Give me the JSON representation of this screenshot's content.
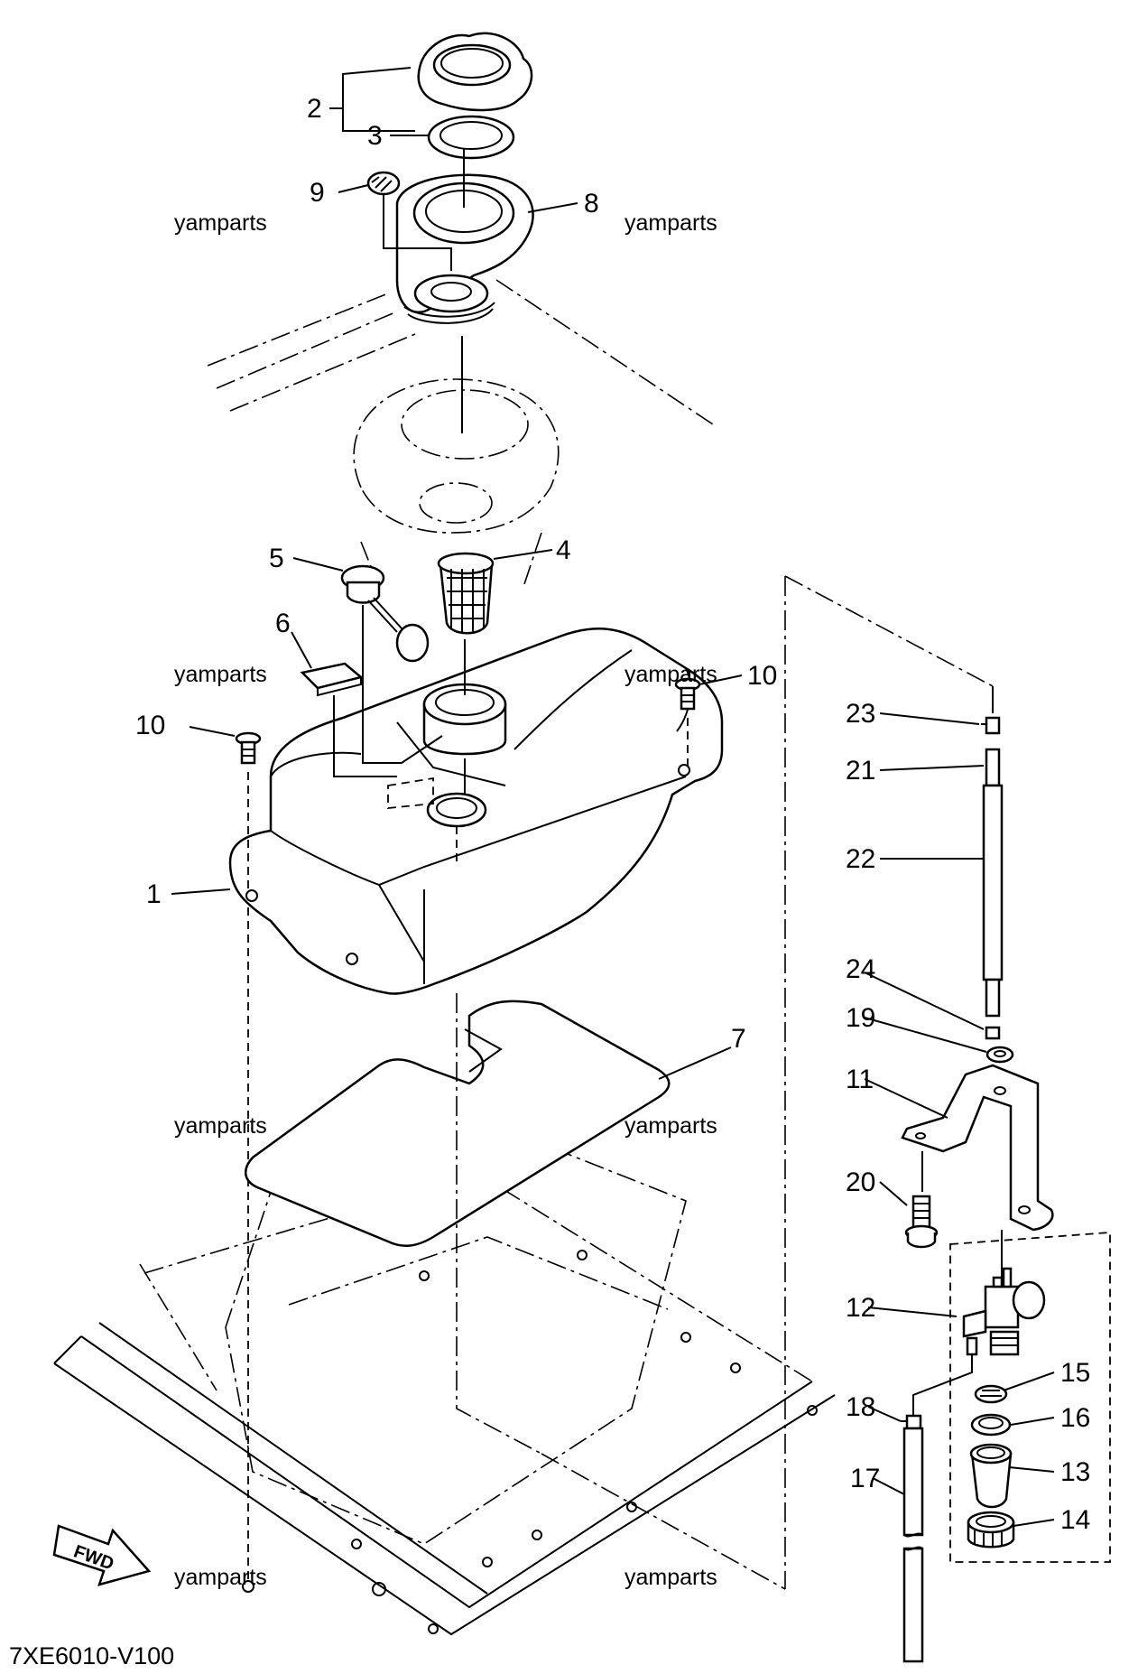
{
  "diagram": {
    "drawing_code": "7XE6010-V100",
    "forward_label": "FWD",
    "watermark": "yamparts",
    "callouts": [
      {
        "id": "c2",
        "label": "2"
      },
      {
        "id": "c3",
        "label": "3"
      },
      {
        "id": "c9",
        "label": "9"
      },
      {
        "id": "c8",
        "label": "8"
      },
      {
        "id": "c5",
        "label": "5"
      },
      {
        "id": "c4",
        "label": "4"
      },
      {
        "id": "c6",
        "label": "6"
      },
      {
        "id": "c10a",
        "label": "10"
      },
      {
        "id": "c10b",
        "label": "10"
      },
      {
        "id": "c1",
        "label": "1"
      },
      {
        "id": "c7",
        "label": "7"
      },
      {
        "id": "c23",
        "label": "23"
      },
      {
        "id": "c21",
        "label": "21"
      },
      {
        "id": "c22",
        "label": "22"
      },
      {
        "id": "c24",
        "label": "24"
      },
      {
        "id": "c19",
        "label": "19"
      },
      {
        "id": "c11",
        "label": "11"
      },
      {
        "id": "c20",
        "label": "20"
      },
      {
        "id": "c12",
        "label": "12"
      },
      {
        "id": "c15",
        "label": "15"
      },
      {
        "id": "c18",
        "label": "18"
      },
      {
        "id": "c16",
        "label": "16"
      },
      {
        "id": "c17",
        "label": "17"
      },
      {
        "id": "c13",
        "label": "13"
      },
      {
        "id": "c14",
        "label": "14"
      }
    ]
  }
}
